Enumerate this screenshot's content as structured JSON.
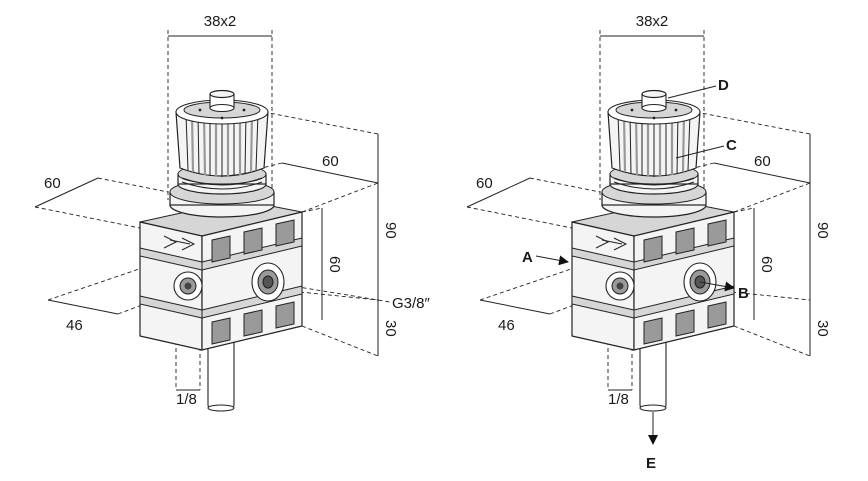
{
  "left_figure": {
    "dim_top": "38x2",
    "dim_left_width": "60",
    "dim_right_width": "60",
    "dim_height_total": "90",
    "dim_body_height": "60",
    "dim_lower": "30",
    "dim_depth": "46",
    "port_thread": "G3/8″",
    "gauge_thread": "1/8"
  },
  "right_figure": {
    "dim_top": "38x2",
    "dim_left_width": "60",
    "dim_right_width": "60",
    "dim_height_total": "90",
    "dim_body_height": "60",
    "dim_lower": "30",
    "dim_depth": "46",
    "gauge_thread": "1/8",
    "label_a": "A",
    "label_b": "B",
    "label_c": "C",
    "label_d": "D",
    "label_e": "E"
  },
  "colors": {
    "line": "#222222",
    "fill": "#f4f4f4",
    "shade": "#d6d6d6"
  }
}
